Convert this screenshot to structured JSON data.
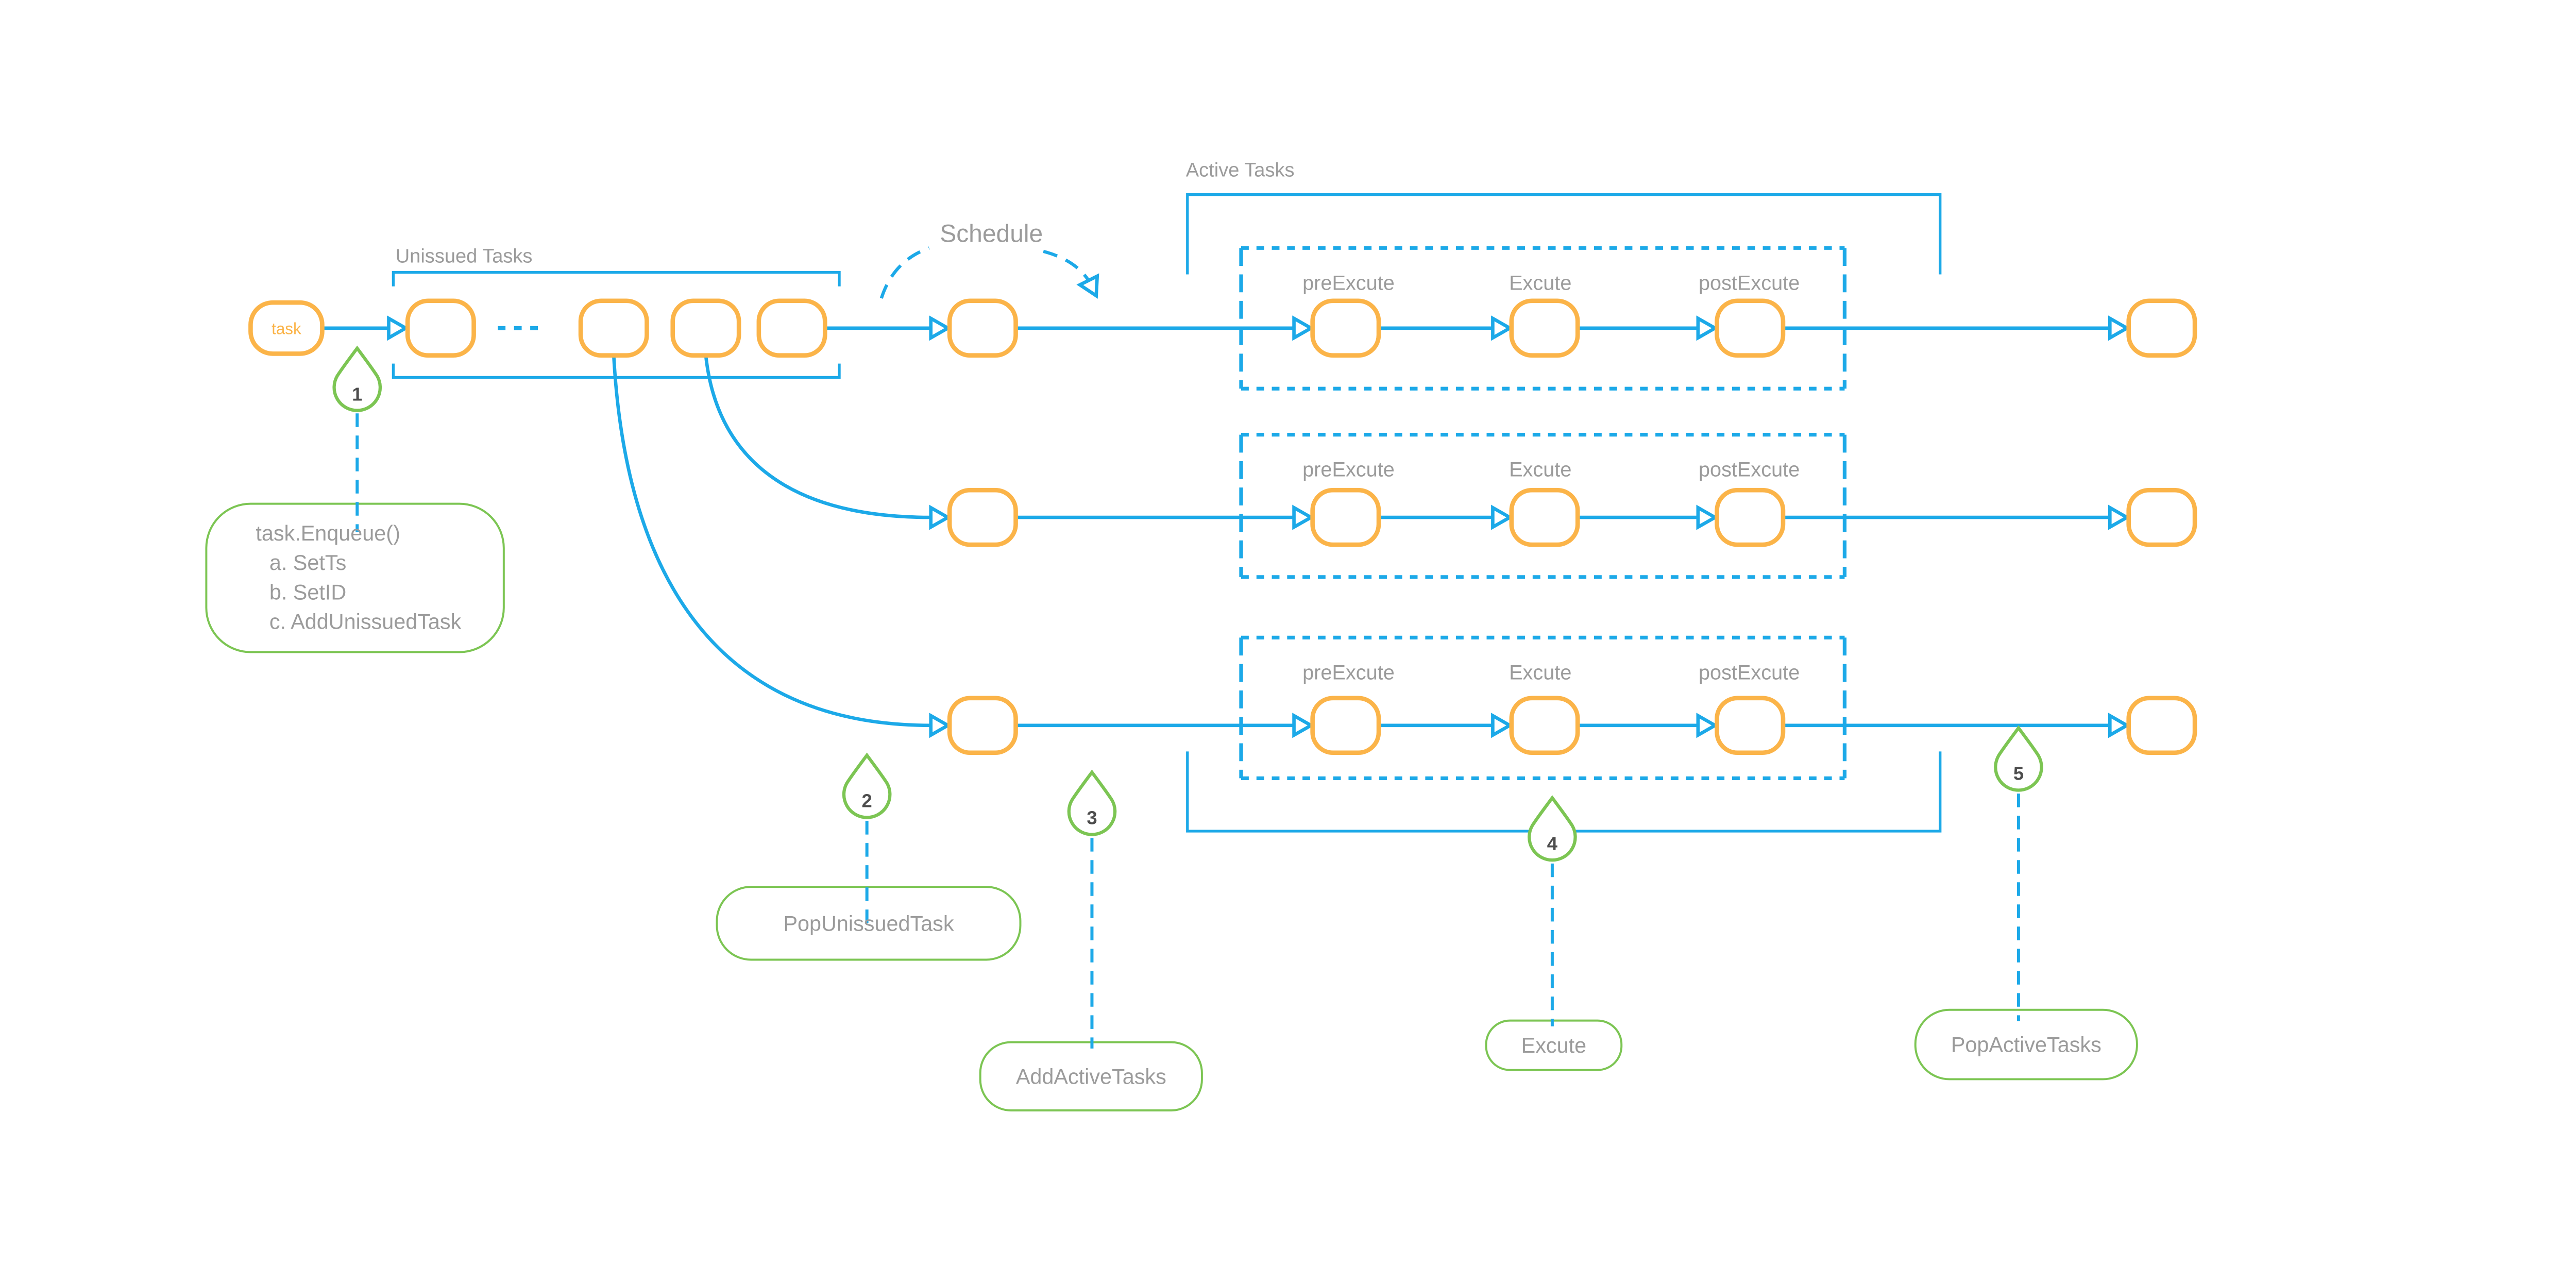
{
  "colors": {
    "blue": "#1CA9E8",
    "orange": "#FBB449",
    "green": "#7CC553",
    "gray": "#9B9B9B",
    "dark": "#4D4D4D"
  },
  "labels": {
    "unissued_tasks": "Unissued Tasks",
    "schedule": "Schedule",
    "active_tasks": "Active Tasks",
    "task": "task"
  },
  "stages": {
    "pre": "preExcute",
    "main": "Excute",
    "post": "postExcute"
  },
  "steps": [
    {
      "number": "1",
      "label": "task.Enqueue()",
      "sub_a": "a. SetTs",
      "sub_b": "b. SetID",
      "sub_c": "c. AddUnissuedTask"
    },
    {
      "number": "2",
      "label": "PopUnissuedTask"
    },
    {
      "number": "3",
      "label": "AddActiveTasks"
    },
    {
      "number": "4",
      "label": "Excute"
    },
    {
      "number": "5",
      "label": "PopActiveTasks"
    }
  ]
}
